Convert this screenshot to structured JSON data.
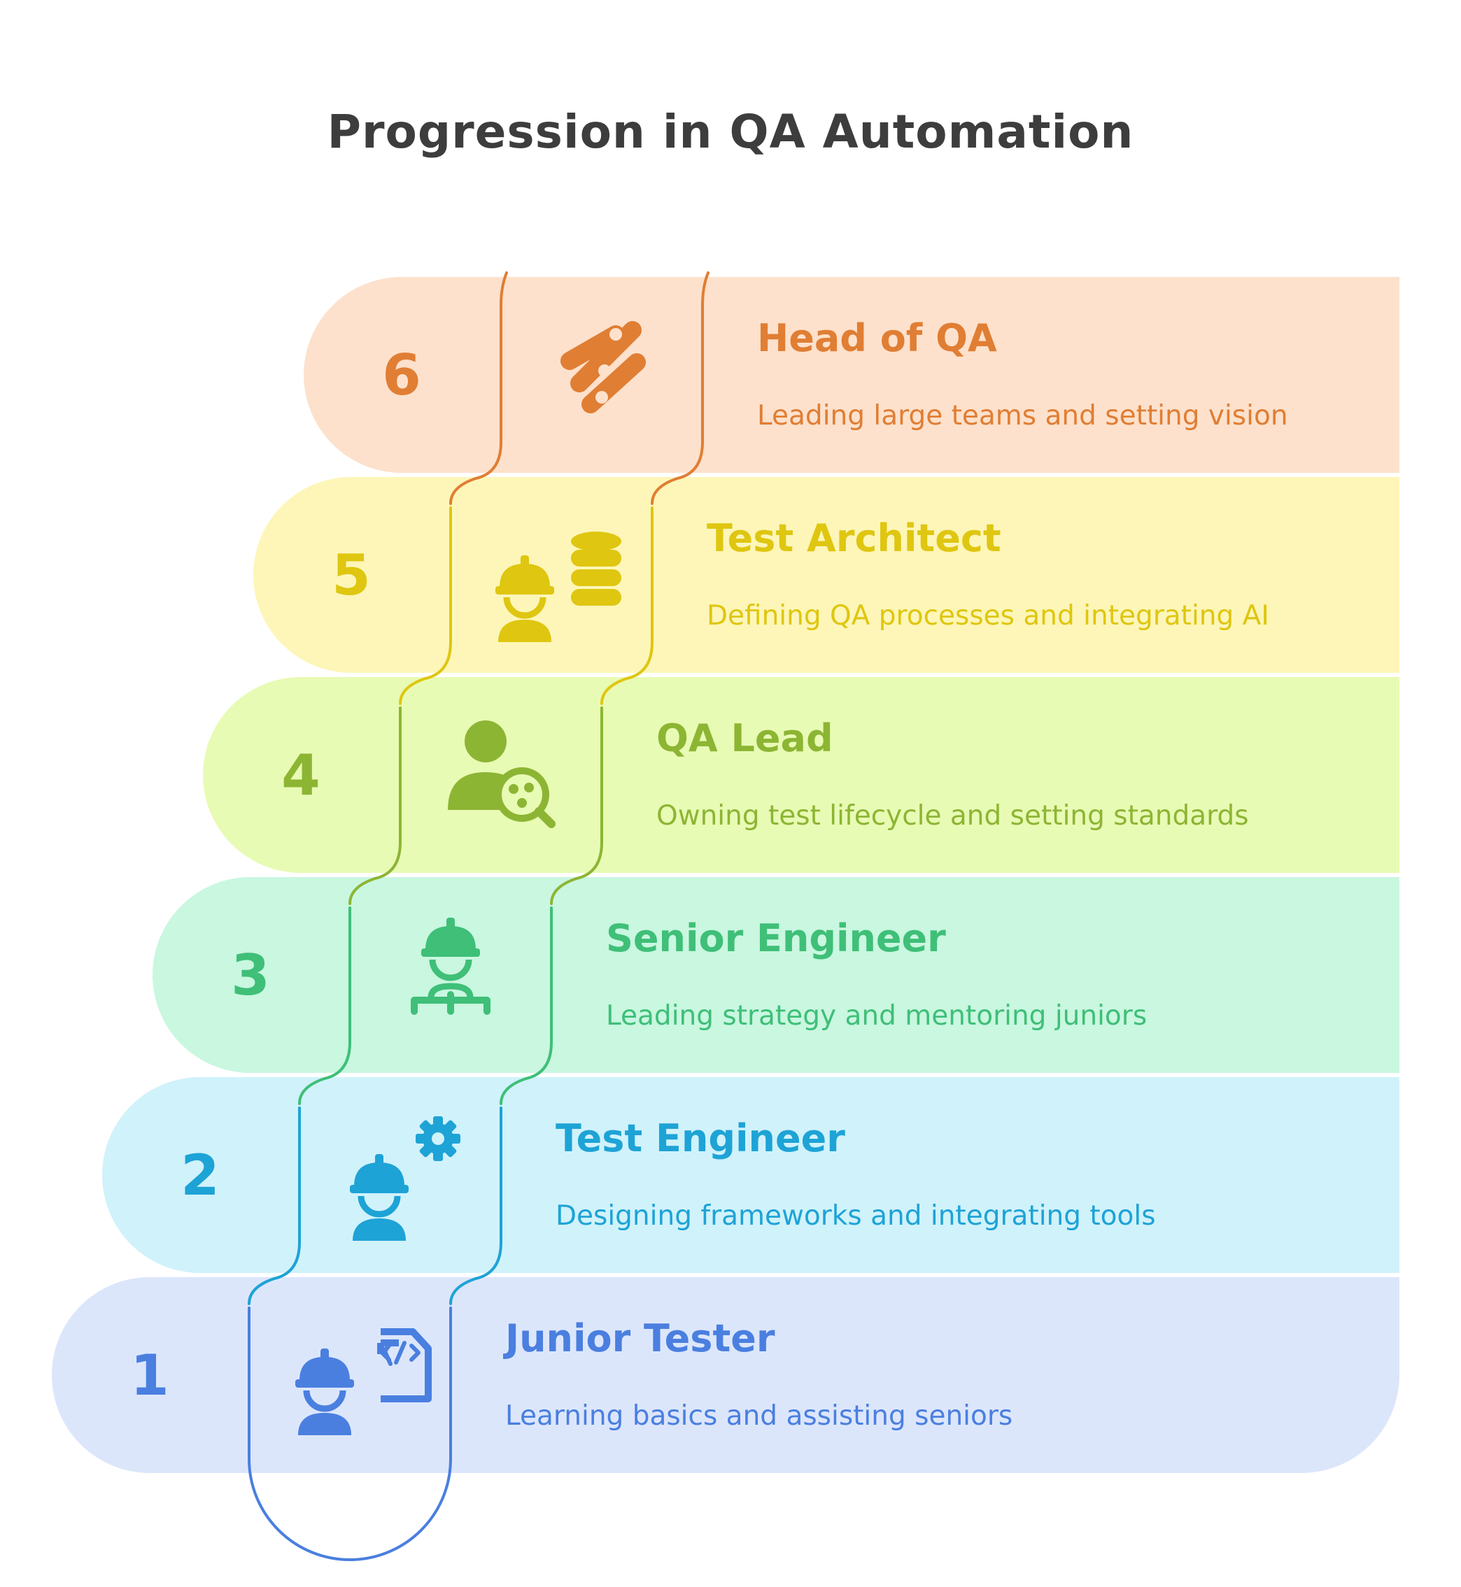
{
  "title": "Progression in QA Automation",
  "levels": [
    {
      "number": "1",
      "title": "Junior Tester",
      "description": "Learning basics and assisting seniors",
      "icon": "worker-code-icon",
      "fill": "#dce6fb",
      "color": "#4a7fe0"
    },
    {
      "number": "2",
      "title": "Test Engineer",
      "description": "Designing frameworks and integrating tools",
      "icon": "worker-gear-icon",
      "fill": "#d0f2fb",
      "color": "#1ea3d6"
    },
    {
      "number": "3",
      "title": "Senior Engineer",
      "description": "Leading strategy and mentoring juniors",
      "icon": "worker-pipe-icon",
      "fill": "#c9f7e0",
      "color": "#3fbf78"
    },
    {
      "number": "4",
      "title": "QA Lead",
      "description": "Owning test lifecycle and setting standards",
      "icon": "user-search-icon",
      "fill": "#e8fbb4",
      "color": "#8db534"
    },
    {
      "number": "5",
      "title": "Test Architect",
      "description": "Defining QA processes and integrating AI",
      "icon": "worker-database-icon",
      "fill": "#fdf6b8",
      "color": "#dfc610"
    },
    {
      "number": "6",
      "title": "Head of QA",
      "description": "Leading large teams and setting vision",
      "icon": "strategy-bars-icon",
      "fill": "#fde1cc",
      "color": "#e07e34"
    }
  ]
}
